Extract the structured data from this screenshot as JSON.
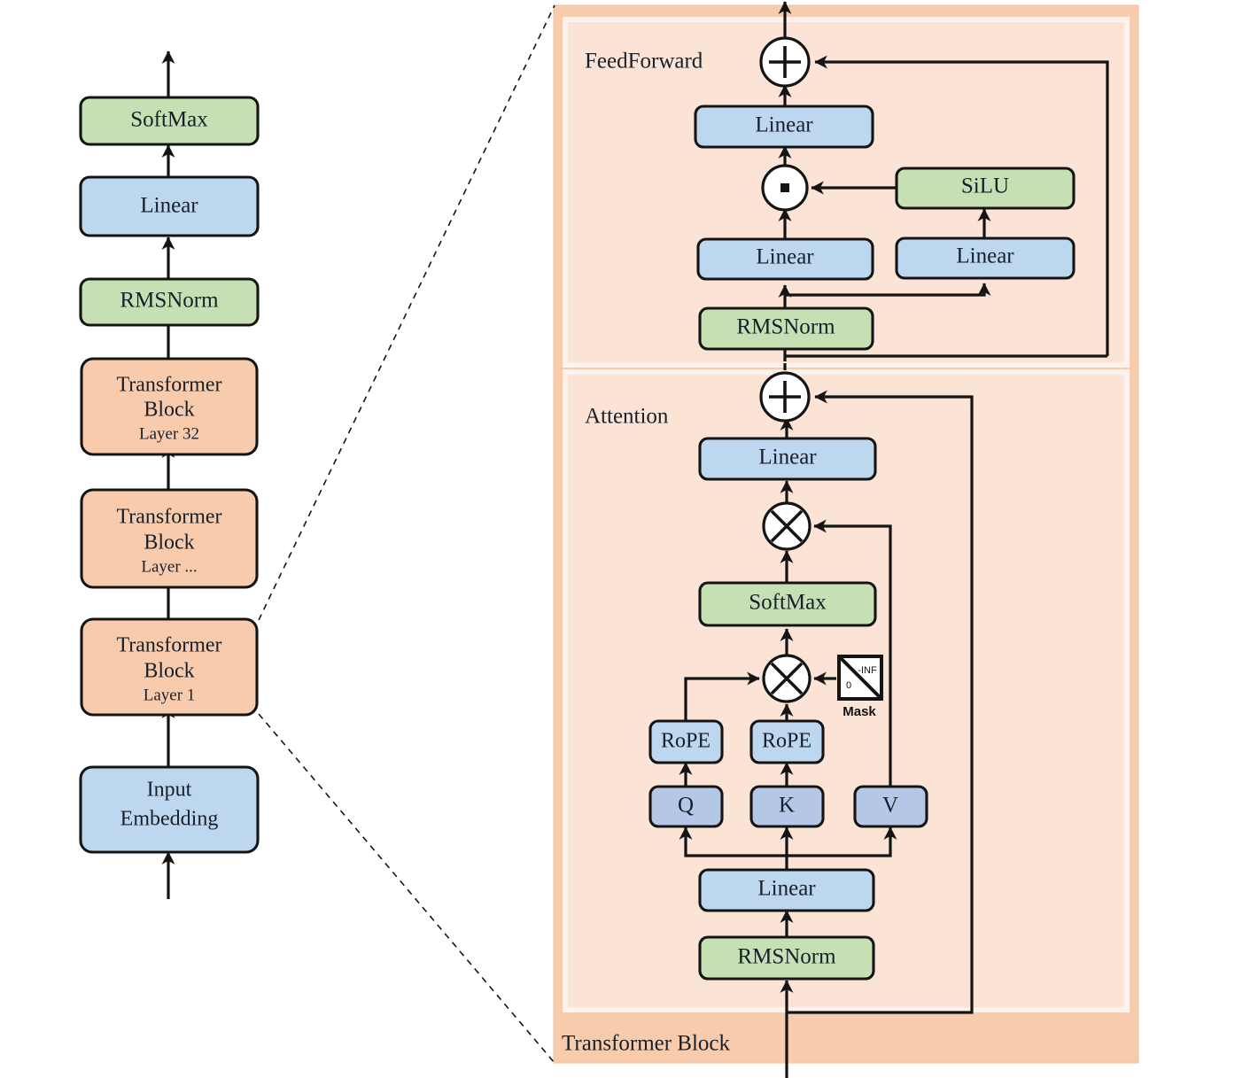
{
  "figure": {
    "title": "Transformer (LLaMA-style) architecture diagram",
    "colors": {
      "green": "#C6E0B4",
      "blue": "#BDD7EE",
      "blue_deep": "#B4C7E7",
      "peach_box": "#F8CBAD",
      "panel_inner": "#FBE3D6",
      "panel_outer": "#F7CBAC",
      "panel_inner_border": "#FDF3EC",
      "stroke": "#141414",
      "background": "#FFFFFF"
    }
  },
  "left_stack": {
    "name": "model-overview-stack",
    "nodes": [
      {
        "id": "softmax",
        "label": "SoftMax",
        "sublabel": "",
        "kind": "green"
      },
      {
        "id": "linear",
        "label": "Linear",
        "sublabel": "",
        "kind": "blue"
      },
      {
        "id": "rmsnorm",
        "label": "RMSNorm",
        "sublabel": "",
        "kind": "green"
      },
      {
        "id": "block32",
        "label": "Transformer Block",
        "sublabel": "Layer 32",
        "kind": "peach"
      },
      {
        "id": "blockdots",
        "label": "Transformer Block",
        "sublabel": "Layer ...",
        "kind": "peach"
      },
      {
        "id": "block1",
        "label": "Transformer Block",
        "sublabel": "Layer 1",
        "kind": "peach"
      },
      {
        "id": "embedding",
        "label": "Input Embedding",
        "sublabel": "",
        "kind": "blue"
      }
    ]
  },
  "detail_panel": {
    "outer_label": "Transformer Block",
    "sections": [
      {
        "id": "feedforward",
        "title": "FeedForward"
      },
      {
        "id": "attention",
        "title": "Attention"
      }
    ],
    "feedforward_nodes": [
      {
        "id": "ff-add",
        "label": "+",
        "kind": "op-add"
      },
      {
        "id": "ff-linear-3",
        "label": "Linear",
        "kind": "blue"
      },
      {
        "id": "ff-mul",
        "label": "·",
        "kind": "op-dot"
      },
      {
        "id": "ff-silu",
        "label": "SiLU",
        "kind": "green"
      },
      {
        "id": "ff-linear-1",
        "label": "Linear",
        "kind": "blue"
      },
      {
        "id": "ff-linear-2",
        "label": "Linear",
        "kind": "blue"
      },
      {
        "id": "ff-rmsnorm",
        "label": "RMSNorm",
        "kind": "green"
      }
    ],
    "attention_nodes": [
      {
        "id": "attn-add",
        "label": "+",
        "kind": "op-add"
      },
      {
        "id": "attn-linear-out",
        "label": "Linear",
        "kind": "blue"
      },
      {
        "id": "attn-matmul-2",
        "label": "×",
        "kind": "op-times"
      },
      {
        "id": "attn-softmax",
        "label": "SoftMax",
        "kind": "green"
      },
      {
        "id": "attn-matmul-1",
        "label": "×",
        "kind": "op-times"
      },
      {
        "id": "attn-mask",
        "label": "Mask",
        "kind": "mask"
      },
      {
        "id": "rope-q",
        "label": "RoPE",
        "kind": "blue"
      },
      {
        "id": "rope-k",
        "label": "RoPE",
        "kind": "blue"
      },
      {
        "id": "qkv-q",
        "label": "Q",
        "kind": "blue-deep"
      },
      {
        "id": "qkv-k",
        "label": "K",
        "kind": "blue-deep"
      },
      {
        "id": "qkv-v",
        "label": "V",
        "kind": "blue-deep"
      },
      {
        "id": "attn-linear-in",
        "label": "Linear",
        "kind": "blue"
      },
      {
        "id": "attn-rmsnorm",
        "label": "RMSNorm",
        "kind": "green"
      }
    ],
    "mask": {
      "upper_label": "-INF",
      "lower_label": "0",
      "caption": "Mask"
    }
  }
}
